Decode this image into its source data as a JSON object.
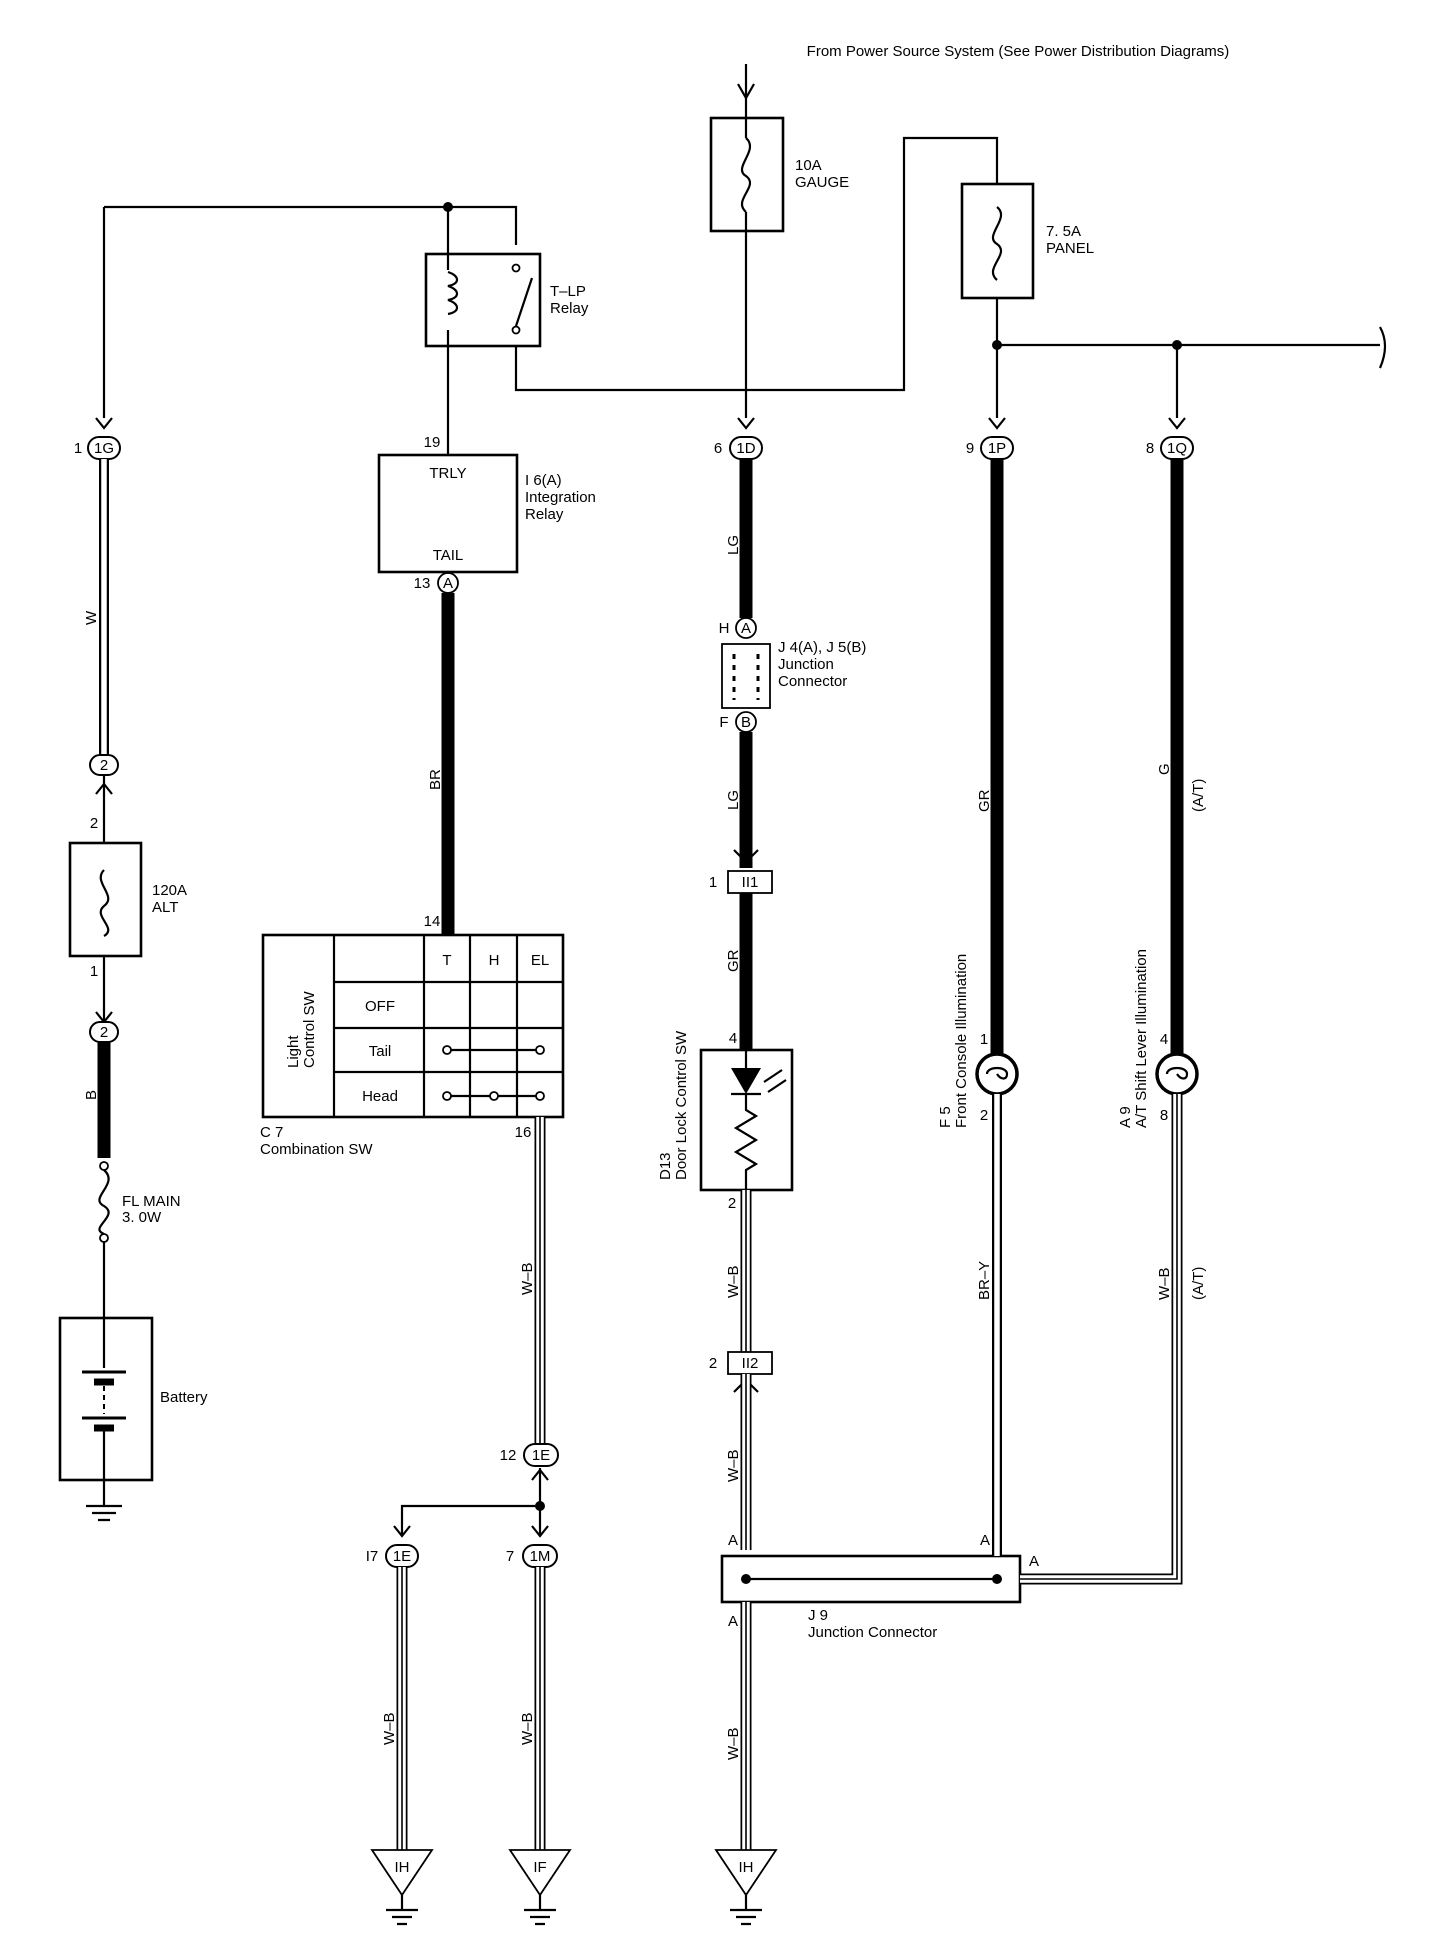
{
  "header": {
    "source_note": "From Power Source System (See Power Distribution Diagrams)"
  },
  "fuses": {
    "gauge": {
      "rating": "10A",
      "name": "GAUGE"
    },
    "panel": {
      "rating": "7. 5A",
      "name": "PANEL"
    },
    "alt": {
      "rating": "120A",
      "name": "ALT"
    },
    "fl_main": {
      "rating": "FL MAIN",
      "size": "3. 0W"
    }
  },
  "relay": {
    "name": "T–LP",
    "word": "Relay"
  },
  "integration_relay": {
    "code": "I 6(A)",
    "name1": "Integration",
    "name2": "Relay",
    "terminal_top": "TRLY",
    "terminal_bottom": "TAIL",
    "pin_top": "19",
    "pin_bottom": "13",
    "pin_letter": "A"
  },
  "battery": {
    "label": "Battery"
  },
  "combination_sw": {
    "code": "C 7",
    "name": "Combination SW",
    "side_label1": "Light",
    "side_label2": "Control SW",
    "columns": [
      "T",
      "H",
      "EL"
    ],
    "rows": [
      "OFF",
      "Tail",
      "Head"
    ],
    "pin_top": "14",
    "pin_bottom": "16"
  },
  "junction_j45": {
    "code": "J 4(A), J 5(B)",
    "name1": "Junction",
    "name2": "Connector",
    "pin_h": "H",
    "pin_f": "F",
    "letter_a": "A",
    "letter_b": "B"
  },
  "junction_j9": {
    "code": "J 9",
    "name": "Junction Connector",
    "a": "A"
  },
  "door_lock_sw": {
    "code": "D13",
    "name": "Door Lock Control SW",
    "pin_top": "4",
    "pin_bottom": "2"
  },
  "front_console": {
    "code": "F 5",
    "name": "Front Console Illumination",
    "pin_top": "1",
    "pin_bottom": "2"
  },
  "shift_lever": {
    "code": "A 9",
    "name": "A/T Shift Lever Illumination",
    "pin_top": "4",
    "pin_bottom": "8"
  },
  "connectors": {
    "c1g": {
      "pin": "1",
      "code": "1G"
    },
    "c1d": {
      "pin": "6",
      "code": "1D"
    },
    "c1p": {
      "pin": "9",
      "code": "1P"
    },
    "c1q": {
      "pin": "8",
      "code": "1Q"
    },
    "ii1": {
      "pin": "1",
      "code": "II1"
    },
    "ii2": {
      "pin": "2",
      "code": "II2"
    },
    "c1e": {
      "pin": "12",
      "code": "1E"
    },
    "c1e2": {
      "pin": "I7",
      "code": "1E"
    },
    "c1m": {
      "pin": "7",
      "code": "1M"
    },
    "alt_top": {
      "pin": "2",
      "code": "2"
    },
    "alt_bottom": {
      "pin": "1",
      "code": "2"
    }
  },
  "wire_colors": {
    "w": "W",
    "b": "B",
    "br": "BR",
    "lg1": "LG",
    "lg2": "LG",
    "gr1": "GR",
    "gr2": "GR",
    "g": "G",
    "at1": "(A/T)",
    "wb1": "W–B",
    "wb2": "W–B",
    "wb3": "W–B",
    "wb4": "W–B",
    "wb5": "W–B",
    "wb6": "W–B",
    "wb7": "W–B",
    "bry": "BR–Y",
    "at2": "(A/T)"
  },
  "grounds": {
    "g1": "IH",
    "g2": "IF",
    "g3": "IH"
  }
}
